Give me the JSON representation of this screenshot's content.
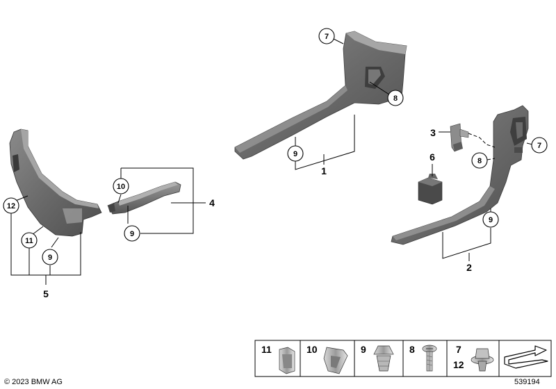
{
  "copyright": "© 2023 BMW AG",
  "diagram_number": "539194",
  "group_labels": {
    "g1": "1",
    "g2": "2",
    "g3": "3",
    "g4": "4",
    "g5": "5",
    "g6": "6"
  },
  "callouts": {
    "c7_top": "7",
    "c8_top": "8",
    "c9_sill": "9",
    "c7_right": "7",
    "c8_right": "8",
    "c9_right": "9",
    "c10": "10",
    "c9_a": "9",
    "c12": "12",
    "c11": "11",
    "c9_b": "9"
  },
  "legend": {
    "cell11": "11",
    "cell10": "10",
    "cell9": "9",
    "cell8": "8",
    "cell7a": "7",
    "cell7b": "12"
  },
  "colors": {
    "trim_dark": "#5e5e5e",
    "trim_mid": "#7b7b7b",
    "trim_light": "#a3a3a3",
    "line": "#000000"
  }
}
